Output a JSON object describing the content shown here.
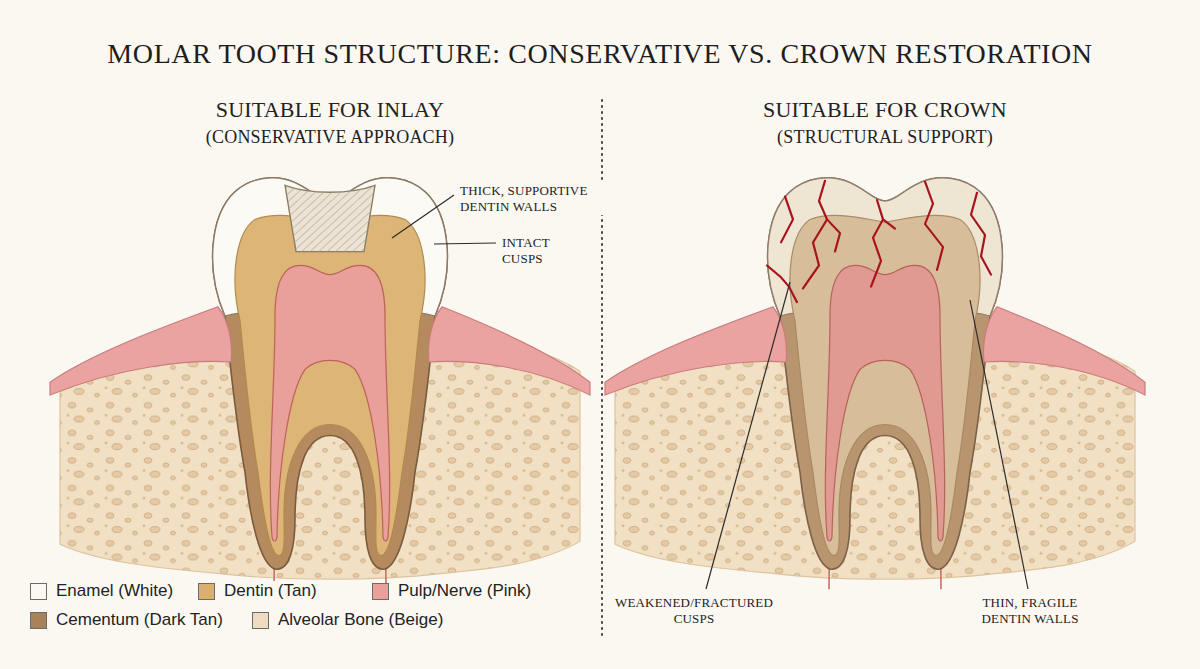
{
  "diagram": {
    "title": "MOLAR TOOTH STRUCTURE: CONSERVATIVE VS. CROWN RESTORATION",
    "labels": [
      "SUITABLE FOR INLAY",
      "(CONSERVATIVE APPROACH)",
      "SUITABLE FOR CROWN",
      "(STRUCTURAL SUPPORT)",
      "THICK, SUPPORTIVE DENTIN WALLS",
      "INTACT CUSPS",
      "WEAKENED/FRACTURED CUSPS",
      "THIN, FRAGILE DENTIN WALLS"
    ],
    "legend": [
      {
        "text": "Enamel (White)",
        "color": "#fbf8f1"
      },
      {
        "text": "Dentin (Tan)",
        "color": "#d9b072"
      },
      {
        "text": "Pulp/Nerve (Pink)",
        "color": "#e9a09a"
      },
      {
        "text": "Cementum (Dark Tan)",
        "color": "#a88259"
      },
      {
        "text": "Alveolar Bone (Beige)",
        "color": "#efdcc0"
      }
    ]
  }
}
